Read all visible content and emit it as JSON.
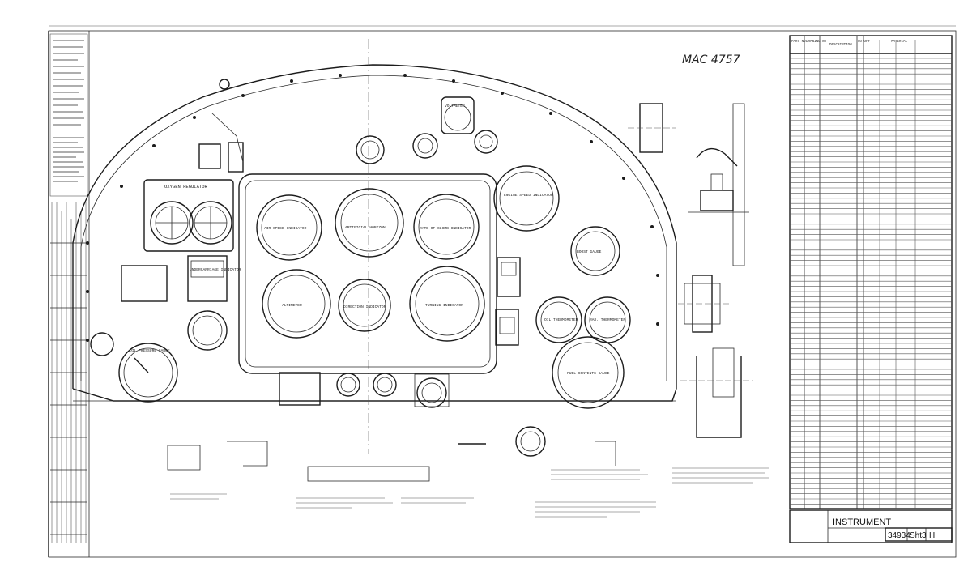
{
  "handwritten_ref": "MAC 4757",
  "title_block": {
    "title": "INSTRUMENT",
    "drawing_number": "34934",
    "sheet": "Sht3",
    "revision": "H"
  },
  "instruments": {
    "air_speed": "AIR SPEED INDICATOR",
    "artificial_horizon": "ARTIFICIAL HORIZON",
    "rate_of_climb": "RATE OF CLIMB INDICATOR",
    "altimeter": "ALTIMETER",
    "direction_indicator": "DIRECTION INDICATOR",
    "turning_indicator": "TURNING INDICATOR",
    "oxygen_regulator": "OXYGEN REGULATOR",
    "engine_speed": "ENGINE SPEED INDICATOR",
    "boost_gauge": "BOOST GAUGE",
    "undercarriage_indicator": "UNDERCARRIAGE INDICATOR",
    "oil_thermometer": "OIL THERMOMETER",
    "rad_thermometer": "RAD. THERMOMETER",
    "fuel_contents": "FUEL CONTENTS GAUGE",
    "oil_pressure": "OIL PRESSURE GAUGE",
    "voltmeter": "VOLTMETER"
  },
  "table_header": [
    "PART No",
    "DRAWING No",
    "DESCRIPTION",
    "No OFF",
    "MATERIAL"
  ]
}
